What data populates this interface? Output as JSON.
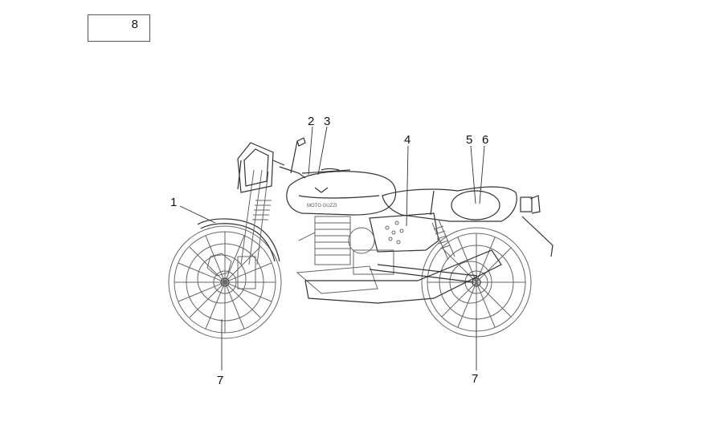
{
  "reference_box": {
    "label": "8"
  },
  "callouts": [
    {
      "id": "1",
      "text": "1"
    },
    {
      "id": "2",
      "text": "2"
    },
    {
      "id": "3",
      "text": "3"
    },
    {
      "id": "4",
      "text": "4"
    },
    {
      "id": "5",
      "text": "5"
    },
    {
      "id": "6",
      "text": "6"
    },
    {
      "id": "7a",
      "text": "7"
    },
    {
      "id": "7b",
      "text": "7"
    }
  ],
  "tank_logo_text": "MOTO GUZZI",
  "colors": {
    "line": "#666666",
    "text": "#111111"
  }
}
